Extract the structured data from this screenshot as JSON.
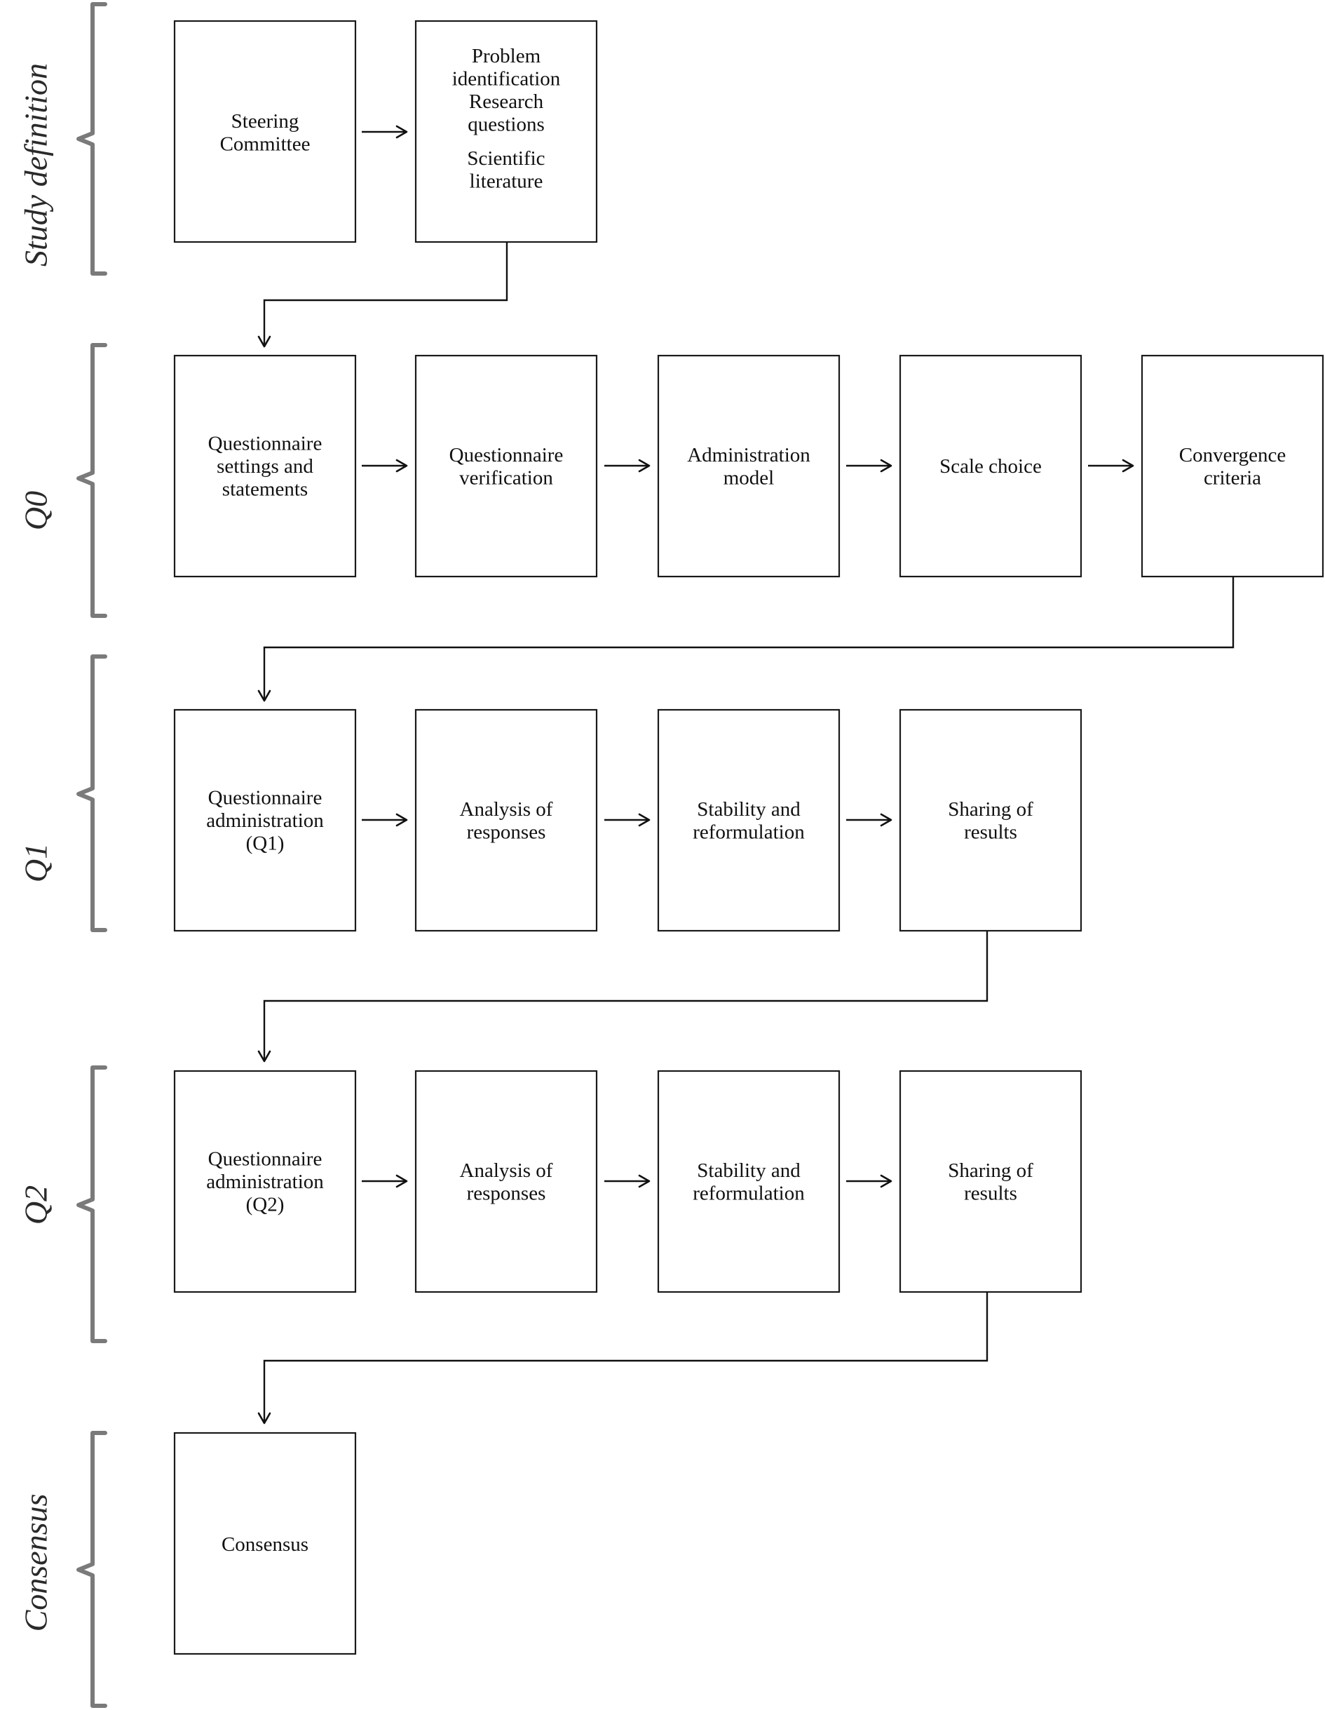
{
  "phases": [
    {
      "id": "study-definition",
      "label": "Study definition"
    },
    {
      "id": "q0",
      "label": "Q0"
    },
    {
      "id": "q1",
      "label": "Q1"
    },
    {
      "id": "q2",
      "label": "Q2"
    },
    {
      "id": "consensus",
      "label": "Consensus"
    }
  ],
  "boxes": {
    "steering_committee": {
      "lines": [
        "Steering",
        "Committee"
      ]
    },
    "problem_identification": {
      "lines": [
        "Problem",
        "identification",
        "Research",
        "questions",
        "",
        "Scientific",
        "literature"
      ]
    },
    "q0_settings": {
      "lines": [
        "Questionnaire",
        "settings and",
        "statements"
      ]
    },
    "q0_verification": {
      "lines": [
        "Questionnaire",
        "verification"
      ]
    },
    "q0_admin_model": {
      "lines": [
        "Administration",
        "model"
      ]
    },
    "q0_scale_choice": {
      "lines": [
        "Scale choice"
      ]
    },
    "q0_convergence": {
      "lines": [
        "Convergence",
        "criteria"
      ]
    },
    "q1_administration": {
      "lines": [
        "Questionnaire",
        "administration",
        "(Q1)"
      ]
    },
    "q1_analysis": {
      "lines": [
        "Analysis of",
        "responses"
      ]
    },
    "q1_stability": {
      "lines": [
        "Stability and",
        "reformulation"
      ]
    },
    "q1_sharing": {
      "lines": [
        "Sharing of",
        "results"
      ]
    },
    "q2_administration": {
      "lines": [
        "Questionnaire",
        "administration",
        "(Q2)"
      ]
    },
    "q2_analysis": {
      "lines": [
        "Analysis of",
        "responses"
      ]
    },
    "q2_stability": {
      "lines": [
        "Stability and",
        "reformulation"
      ]
    },
    "q2_sharing": {
      "lines": [
        "Sharing of",
        "results"
      ]
    },
    "consensus_box": {
      "lines": [
        "Consensus"
      ]
    }
  }
}
